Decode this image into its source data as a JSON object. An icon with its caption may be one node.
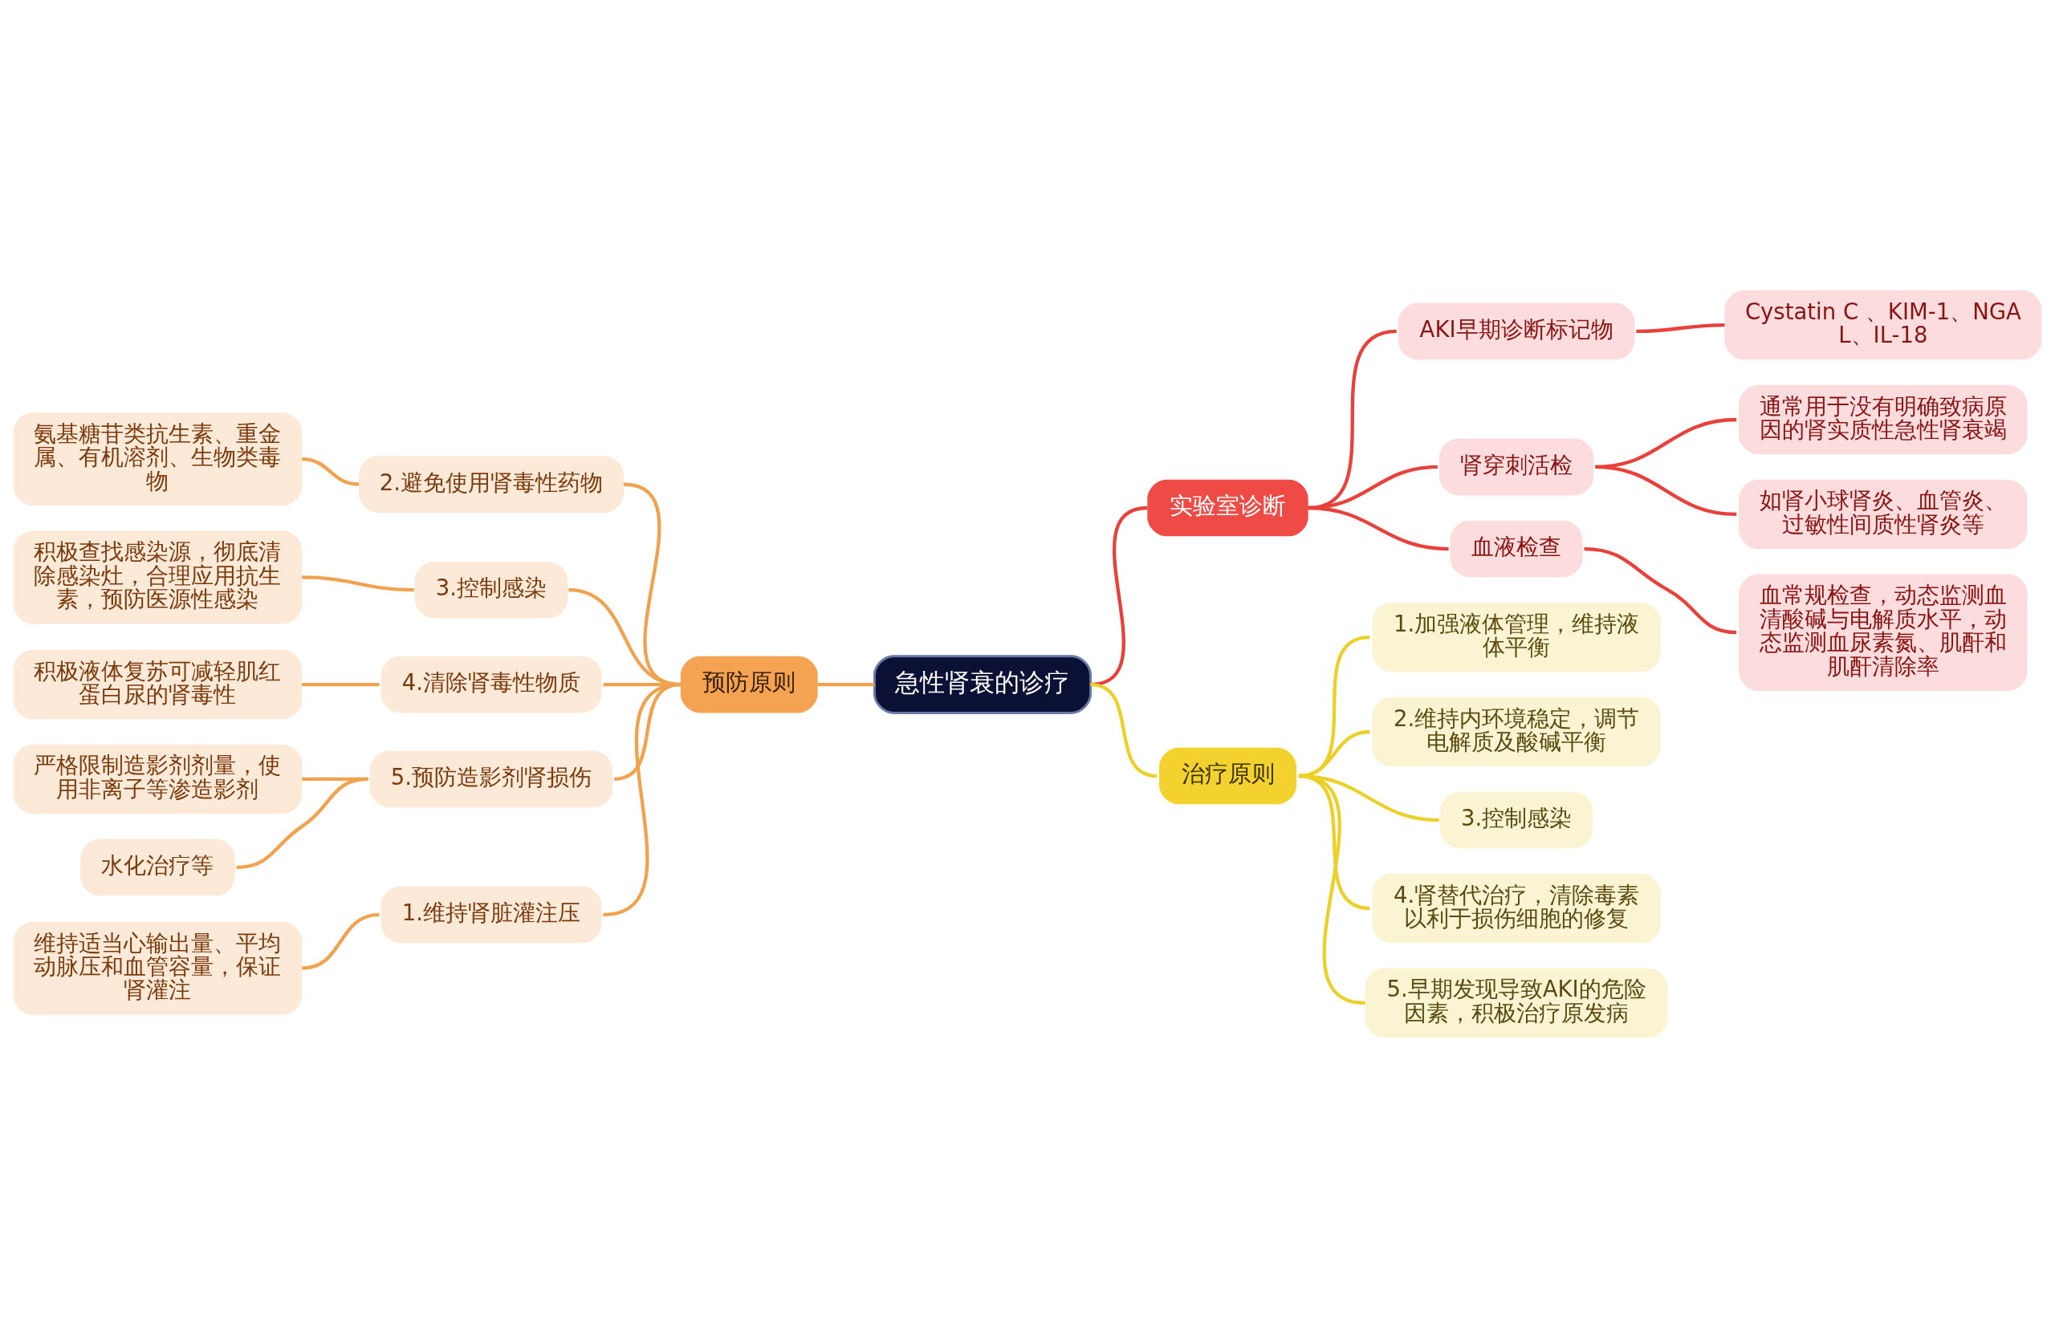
{
  "diagram": {
    "nodes": [
      {
        "text": [
          "急性肾衰的诊疗"
        ]
      },
      {
        "text": [
          "预防原则"
        ]
      },
      {
        "text": [
          "2.避免使用肾毒性药物"
        ]
      },
      {
        "text": [
          "氨基糖苷类抗生素、重金属、有机溶剂、生物类毒物"
        ]
      },
      {
        "text": [
          "3.控制感染"
        ]
      },
      {
        "text": [
          "积极查找感染源，彻底清除感染灶，合理应用抗生素，预防医源性感染"
        ]
      },
      {
        "text": [
          "4.清除肾毒性物质"
        ]
      },
      {
        "text": [
          "积极液体复苏可减轻肌红蛋白尿的肾毒性"
        ]
      },
      {
        "text": [
          "5.预防造影剂肾损伤"
        ]
      },
      {
        "text": [
          "严格限制造影剂剂量，使用非离子等渗造影剂"
        ]
      },
      {
        "text": [
          "水化治疗等"
        ]
      },
      {
        "text": [
          "1.维持肾脏灌注压"
        ]
      },
      {
        "text": [
          "维持适当心输出量、平均动脉压和血管容量，保证肾灌注"
        ]
      },
      {
        "text": [
          "实验室诊断"
        ]
      },
      {
        "text": [
          "AKI早期诊断标记物"
        ]
      },
      {
        "text": [
          "Cystatin C 、KIM-1、NGAL、IL-18"
        ]
      },
      {
        "text": [
          "肾穿刺活检"
        ]
      },
      {
        "text": [
          "通常用于没有明确致病原因的肾实质性急性肾衰竭"
        ]
      },
      {
        "text": [
          "如肾小球肾炎、血管炎、过敏性间质性肾炎等"
        ]
      },
      {
        "text": [
          "血液检查"
        ]
      },
      {
        "text": [
          "血常规检查，动态监测血清酸碱与电解质水平，动态监测血尿素氮、肌酐和肌酐清除率"
        ]
      },
      {
        "text": [
          "治疗原则"
        ]
      },
      {
        "text": [
          "1.加强液体管理，维持液体平衡"
        ]
      },
      {
        "text": [
          "2.维持内环境稳定，调节电解质及酸碱平衡"
        ]
      },
      {
        "text": [
          "3.控制感染"
        ]
      },
      {
        "text": [
          "4.肾替代治疗，清除毒素以利于损伤细胞的修复"
        ]
      },
      {
        "text": [
          "5.早期发现导致AKI的危险因素，积极治疗原发病"
        ]
      }
    ],
    "edges": [
      {
        "from": 1,
        "to": 0,
        "arrow": "none"
      },
      {
        "from": 2,
        "to": 1,
        "arrow": "none"
      },
      {
        "from": 3,
        "to": 2,
        "arrow": "none"
      },
      {
        "from": 4,
        "to": 1,
        "arrow": "none"
      },
      {
        "from": 5,
        "to": 4,
        "arrow": "none"
      },
      {
        "from": 6,
        "to": 1,
        "arrow": "none"
      },
      {
        "from": 7,
        "to": 6,
        "arrow": "none"
      },
      {
        "from": 8,
        "to": 1,
        "arrow": "none"
      },
      {
        "from": 9,
        "to": 8,
        "arrow": "none"
      },
      {
        "from": 10,
        "to": 8,
        "arrow": "none"
      },
      {
        "from": 11,
        "to": 1,
        "arrow": "none"
      },
      {
        "from": 12,
        "to": 11,
        "arrow": "none"
      },
      {
        "from": 0,
        "to": 13,
        "arrow": "none",
        "color": "#e8413c"
      },
      {
        "from": 13,
        "to": 14,
        "arrow": "none",
        "color": "#e8413c"
      },
      {
        "from": 14,
        "to": 15,
        "arrow": "none",
        "color": "#e8413c"
      },
      {
        "from": 13,
        "to": 16,
        "arrow": "none",
        "color": "#e8413c"
      },
      {
        "from": 16,
        "to": 17,
        "arrow": "none",
        "color": "#e8413c"
      },
      {
        "from": 16,
        "to": 18,
        "arrow": "none",
        "color": "#e8413c"
      },
      {
        "from": 13,
        "to": 19,
        "arrow": "none",
        "color": "#e8413c"
      },
      {
        "from": 19,
        "to": 20,
        "arrow": "none",
        "color": "#e8413c"
      },
      {
        "from": 0,
        "to": 21,
        "arrow": "none",
        "color": "#ecd02a"
      },
      {
        "from": 21,
        "to": 22,
        "arrow": "none",
        "color": "#ecd02a"
      },
      {
        "from": 21,
        "to": 23,
        "arrow": "none",
        "color": "#ecd02a"
      },
      {
        "from": 21,
        "to": 24,
        "arrow": "none",
        "color": "#ecd02a"
      },
      {
        "from": 21,
        "to": 25,
        "arrow": "none",
        "color": "#ecd02a"
      },
      {
        "from": 21,
        "to": 26,
        "arrow": "none",
        "color": "#ecd02a"
      }
    ]
  }
}
